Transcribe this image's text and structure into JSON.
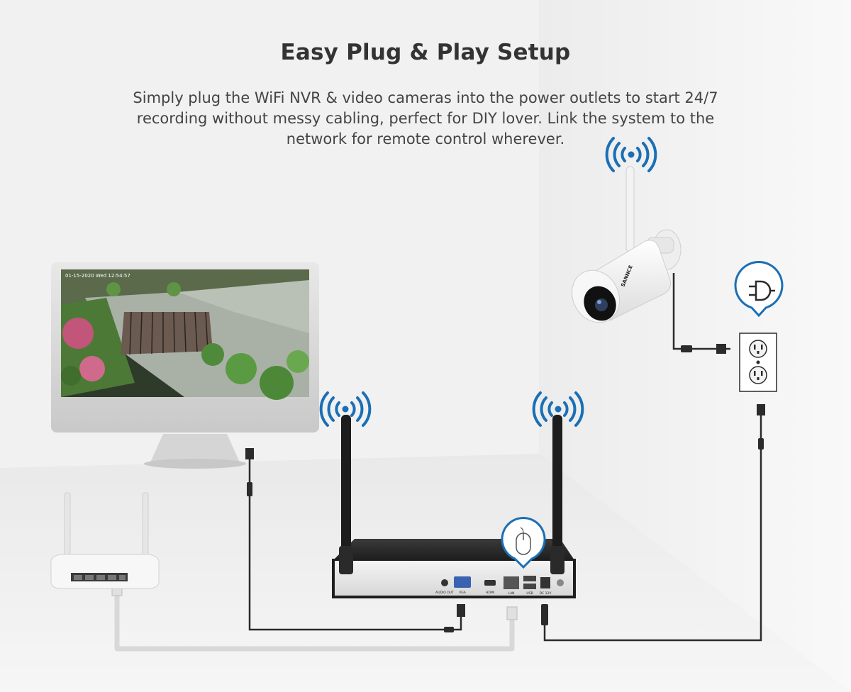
{
  "header": {
    "title": "Easy Plug & Play Setup",
    "description": "Simply plug the WiFi NVR & video cameras into the power outlets to start 24/7 recording without messy cabling, perfect for DIY lover. Link the system to the network for remote control wherever."
  },
  "devices": {
    "camera_brand": "SANNCE",
    "monitor_timestamp": "01-15-2020 Wed 12:54:57",
    "nvr_port_labels": [
      "AUDIO OUT",
      "VGA",
      "HDMI",
      "LAN",
      "USB",
      "DC 12V"
    ]
  },
  "colors": {
    "accent": "#1a6fb5",
    "cable_dark": "#2b2b2b",
    "cable_light": "#d8d8d8",
    "background": "#f2f2f2"
  },
  "icons": [
    "wifi-signal-icon",
    "plug-icon",
    "mouse-icon"
  ]
}
